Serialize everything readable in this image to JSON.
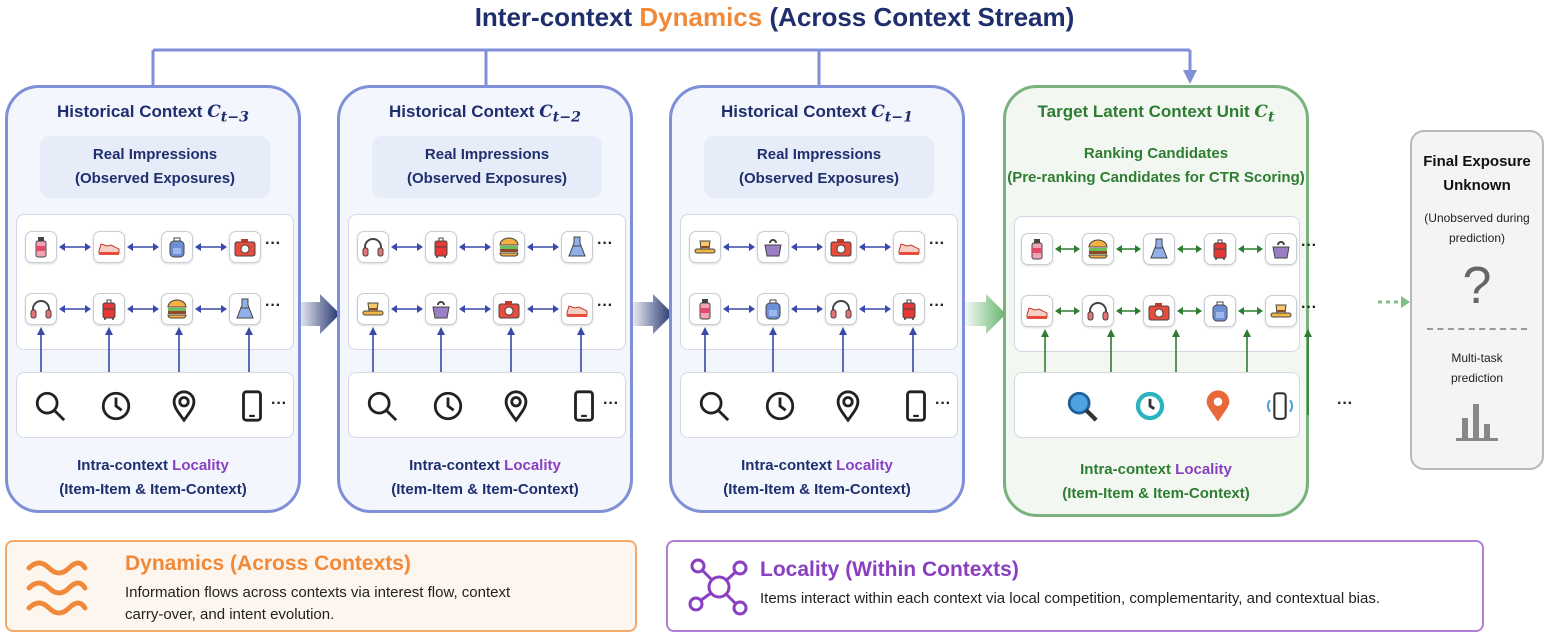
{
  "title": {
    "prefix": "Inter-context ",
    "highlight": "Dynamics",
    "suffix": " (Across Context Stream)"
  },
  "contexts": [
    {
      "title": "Historical Context ",
      "sub": "C",
      "subscript": "t−3",
      "box_l1": "Real Impressions",
      "box_l2": "(Observed Exposures)",
      "loc_l1a": "Intra-context ",
      "loc_l1b": "Locality",
      "loc_l2": "(Item-Item & Item-Context)"
    },
    {
      "title": "Historical Context ",
      "sub": "C",
      "subscript": "t−2",
      "box_l1": "Real Impressions",
      "box_l2": "(Observed Exposures)",
      "loc_l1a": "Intra-context ",
      "loc_l1b": "Locality",
      "loc_l2": "(Item-Item & Item-Context)"
    },
    {
      "title": "Historical Context ",
      "sub": "C",
      "subscript": "t−1",
      "box_l1": "Real Impressions",
      "box_l2": "(Observed Exposures)",
      "loc_l1a": "Intra-context ",
      "loc_l1b": "Locality",
      "loc_l2": "(Item-Item & Item-Context)"
    }
  ],
  "target": {
    "title": "Target Latent Context Unit ",
    "sub": "C",
    "subscript": "t",
    "box_l1": "Ranking Candidates",
    "box_l2": "(Pre-ranking Candidates for CTR Scoring)",
    "loc_l1a": "Intra-context ",
    "loc_l1b": "Locality",
    "loc_l2": "(Item-Item & Item-Context)"
  },
  "ellipsis": "···",
  "final": {
    "l1": "Final Exposure",
    "l2": "Unknown",
    "note_l1": "(Unobserved during",
    "note_l2": "prediction)",
    "q": "?",
    "mt_l1": "Multi-task",
    "mt_l2": "prediction"
  },
  "legend": {
    "dyn_title": "Dynamics (Across Contexts)",
    "dyn_l1": "Information flows across contexts via interest flow, context",
    "dyn_l2": "carry-over, and intent evolution.",
    "loc_title": "Locality (Within Contexts)",
    "loc_text": "Items interact within each context via local competition, complementarity, and contextual bias."
  },
  "colors": {
    "blue": "#3949ab",
    "green": "#2e7d32",
    "orange": "#f08a3a",
    "purple": "#8a3fc0",
    "navy": "#1f2f6e"
  },
  "icon_rows": {
    "ctx0": [
      [
        "bottle-icon",
        "sneaker-icon",
        "backpack-icon",
        "camera-icon"
      ],
      [
        "headphones-icon",
        "suitcase-icon",
        "burger-icon",
        "dress-icon"
      ]
    ],
    "ctx1": [
      [
        "headphones-icon",
        "suitcase-icon",
        "burger-icon",
        "dress-icon"
      ],
      [
        "hat-icon",
        "purse-icon",
        "camera-icon",
        "sneaker-icon"
      ]
    ],
    "ctx2": [
      [
        "hat-icon",
        "purse-icon",
        "camera-icon",
        "sneaker-icon"
      ],
      [
        "bottle-icon",
        "backpack-icon",
        "headphones-icon",
        "suitcase-icon"
      ]
    ],
    "target": [
      [
        "bottle-icon",
        "burger-icon",
        "dress-icon",
        "suitcase-icon",
        "purse-icon"
      ],
      [
        "sneaker-icon",
        "headphones-icon",
        "camera-icon",
        "backpack-icon",
        "hat-icon"
      ]
    ]
  },
  "context_icons": [
    "search-icon",
    "clock-icon",
    "location-pin-icon",
    "phone-icon"
  ]
}
